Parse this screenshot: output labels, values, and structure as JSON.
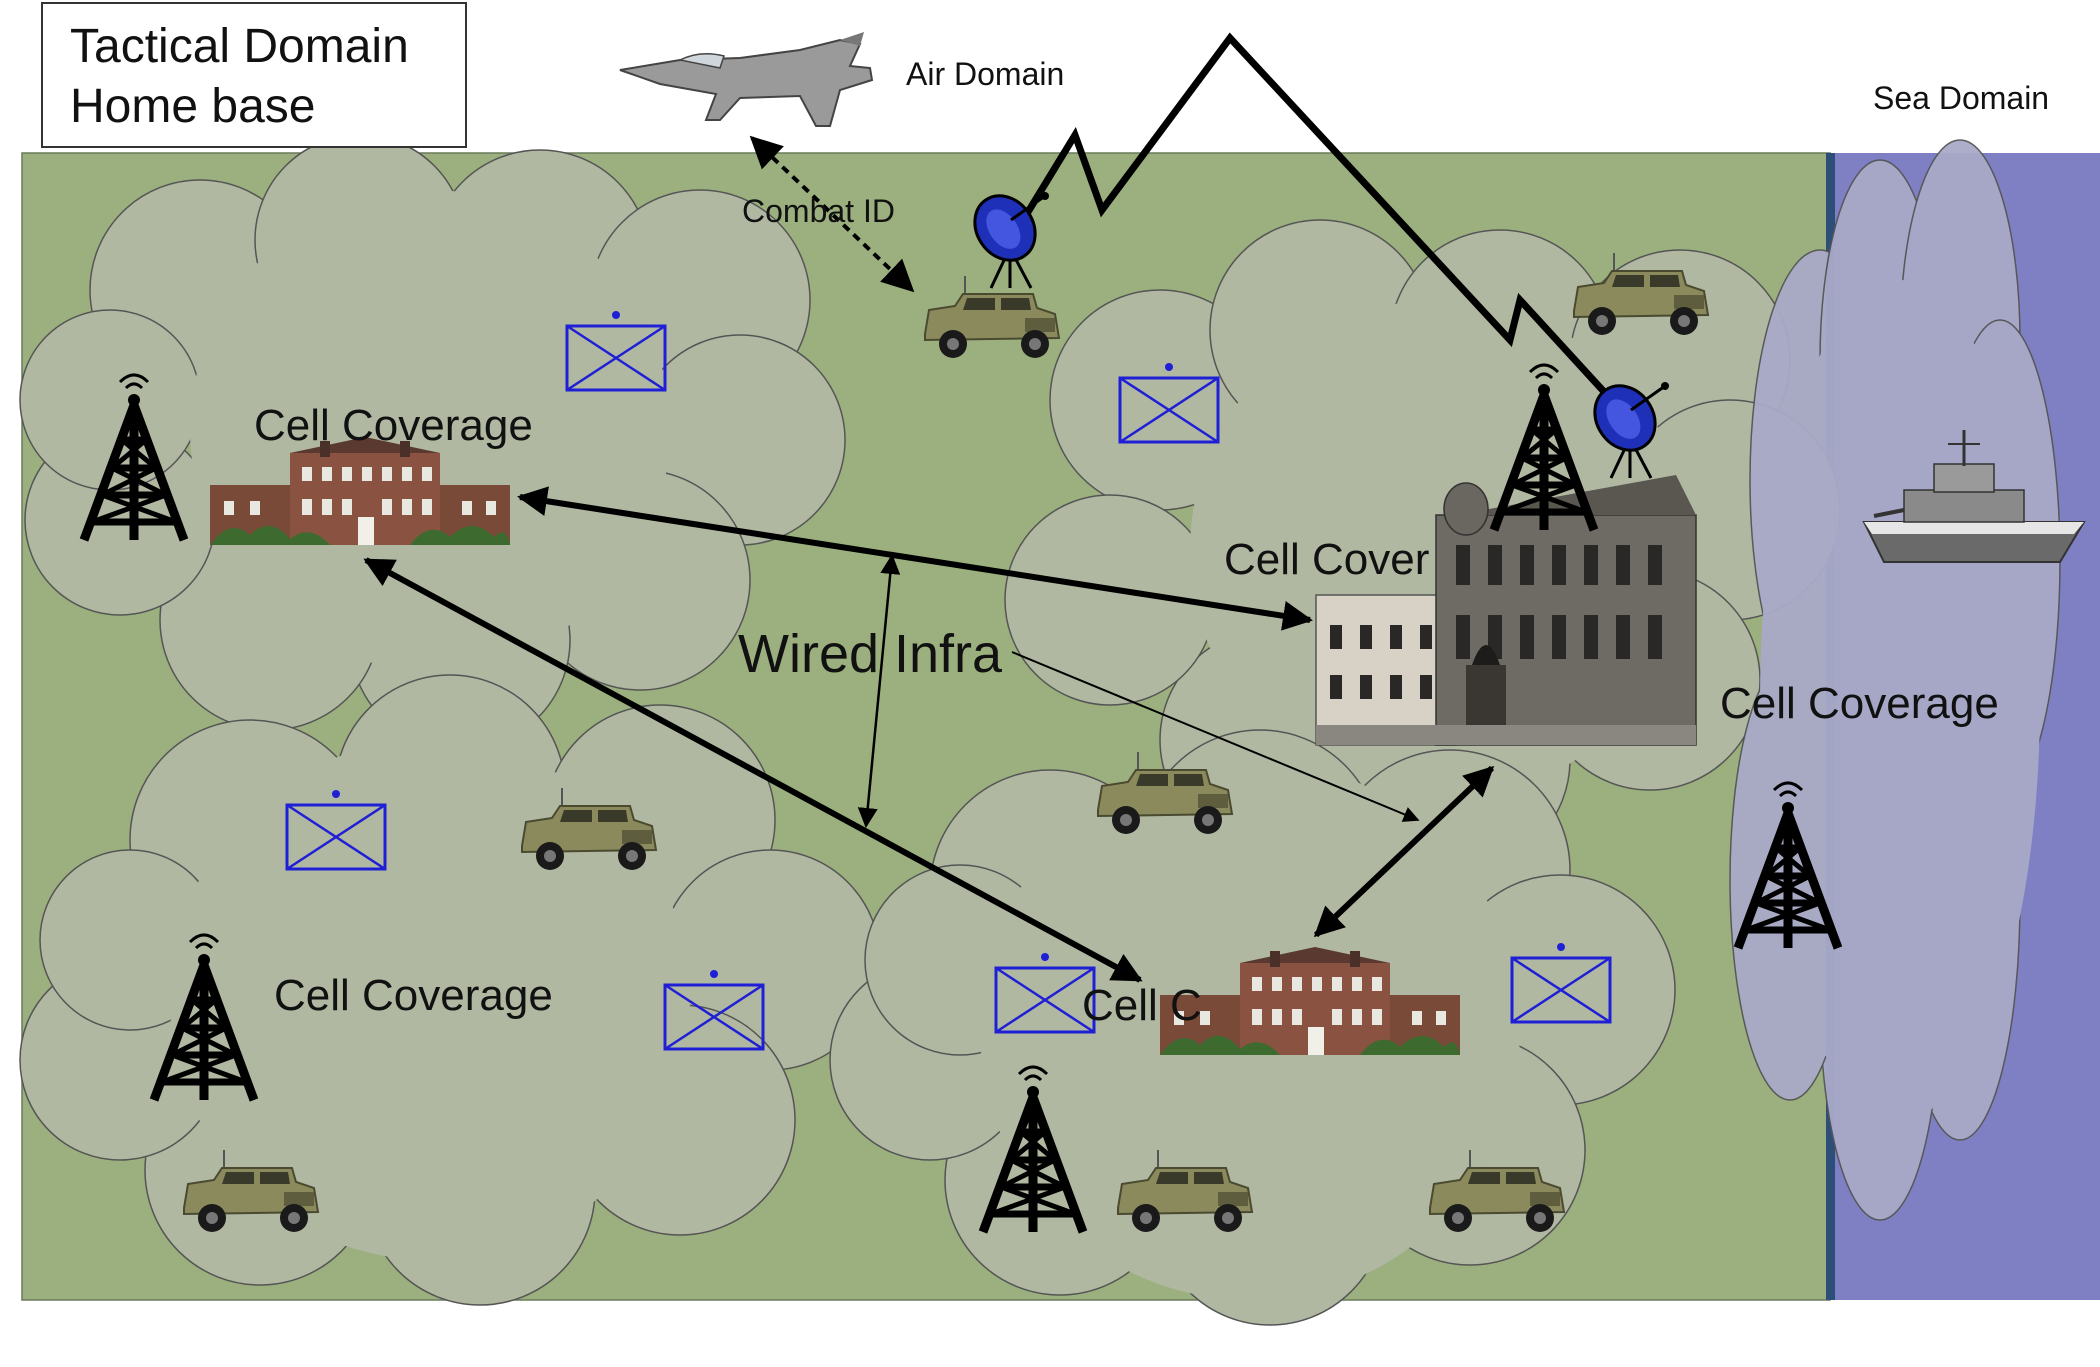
{
  "title": {
    "line1": "Tactical Domain",
    "line2": "Home base"
  },
  "labels": {
    "air_domain": "Air Domain",
    "sea_domain": "Sea Domain",
    "combat_id": "Combat ID",
    "wired_infra": "Wired Infra",
    "cell_coverage_1": "Cell Coverage",
    "cell_coverage_2": "Cell Cover",
    "cell_coverage_3": "Cell Coverage",
    "cell_coverage_4": "Cell C",
    "cell_coverage_5": "Cell Coverage"
  },
  "colors": {
    "land": "#9bb07e",
    "sea": "#7f7fc4",
    "cloud": "#b0b8a1",
    "cloud_sea": "#a9aac8",
    "unit_symbol": "#1f1fd6",
    "arrow": "#000000"
  },
  "icons": {
    "tower": "radio-tower-icon",
    "vehicle": "military-humvee-icon",
    "jet": "fighter-jet-icon",
    "ship": "warship-icon",
    "dish": "satellite-dish-icon",
    "building": "headquarters-building-icon",
    "unit": "nato-unit-symbol-icon"
  }
}
